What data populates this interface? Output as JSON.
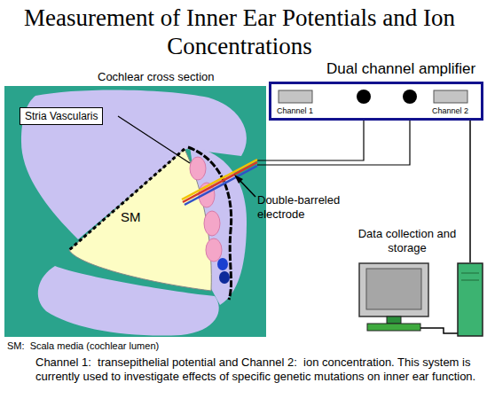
{
  "diagram": {
    "title": "Measurement of Inner Ear Potentials and Ion Concentrations",
    "caption": "Channel 1:  transepithelial potential and Channel 2:  ion concentration. This system is currently used to investigate effects of specific genetic mutations on inner ear function.",
    "nodes": [
      {
        "text": [
          "Dual channel amplifier",
          "Channel 1",
          "Channel 2"
        ]
      },
      {
        "text": [
          "Data collection and storage"
        ]
      },
      {
        "text": [
          "Stria Vascularis"
        ]
      }
    ],
    "edges": [
      {
        "from": 0,
        "to": 1,
        "arrow": "none"
      }
    ],
    "labels": [
      "Cochlear cross section",
      "SM",
      "Double-barreled electrode",
      "SM:  Scala media (cochlear lumen)"
    ]
  }
}
